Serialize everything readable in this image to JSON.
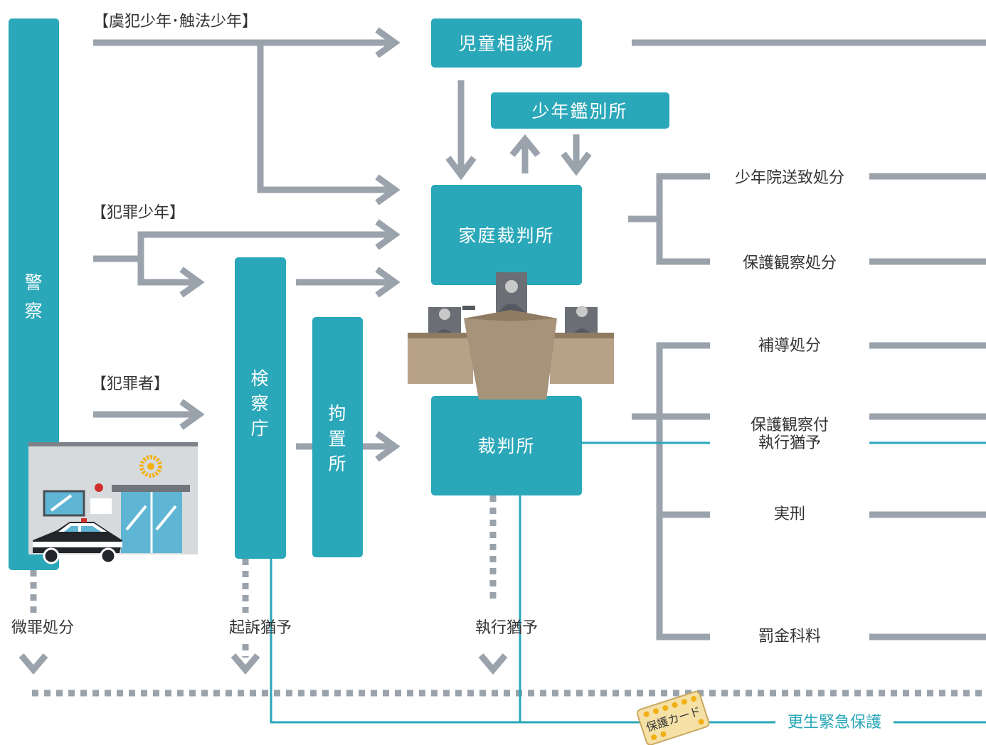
{
  "colors": {
    "teal": "#2aa7b9",
    "gray": "#9aa2ab",
    "bench": "#b8a287",
    "bench_dark": "#8f7a62"
  },
  "nodes": {
    "police": "警察",
    "child_guidance": "児童相談所",
    "classification": "少年鑑別所",
    "family_court": "家庭裁判所",
    "prosecutor": "検察庁",
    "detention": "拘置所",
    "court": "裁判所"
  },
  "categories": {
    "minors_under14": "【虞犯少年･触法少年】",
    "juvenile": "【犯罪少年】",
    "adult": "【犯罪者】"
  },
  "family_outcomes": [
    "少年院送致処分",
    "保護観察処分"
  ],
  "court_outcomes": [
    "補導処分",
    "保護観察付",
    "執行猶予",
    "実刑",
    "罰金科料"
  ],
  "bottom": {
    "minor_offense": "微罪処分",
    "prosecution_deferred": "起訴猶予",
    "suspended_sentence": "執行猶予",
    "emergency_protection": "更生緊急保護",
    "card": "保護カード"
  },
  "icons": [
    "police-station-icon",
    "police-car-icon",
    "courtroom-icon",
    "protection-card-icon"
  ]
}
